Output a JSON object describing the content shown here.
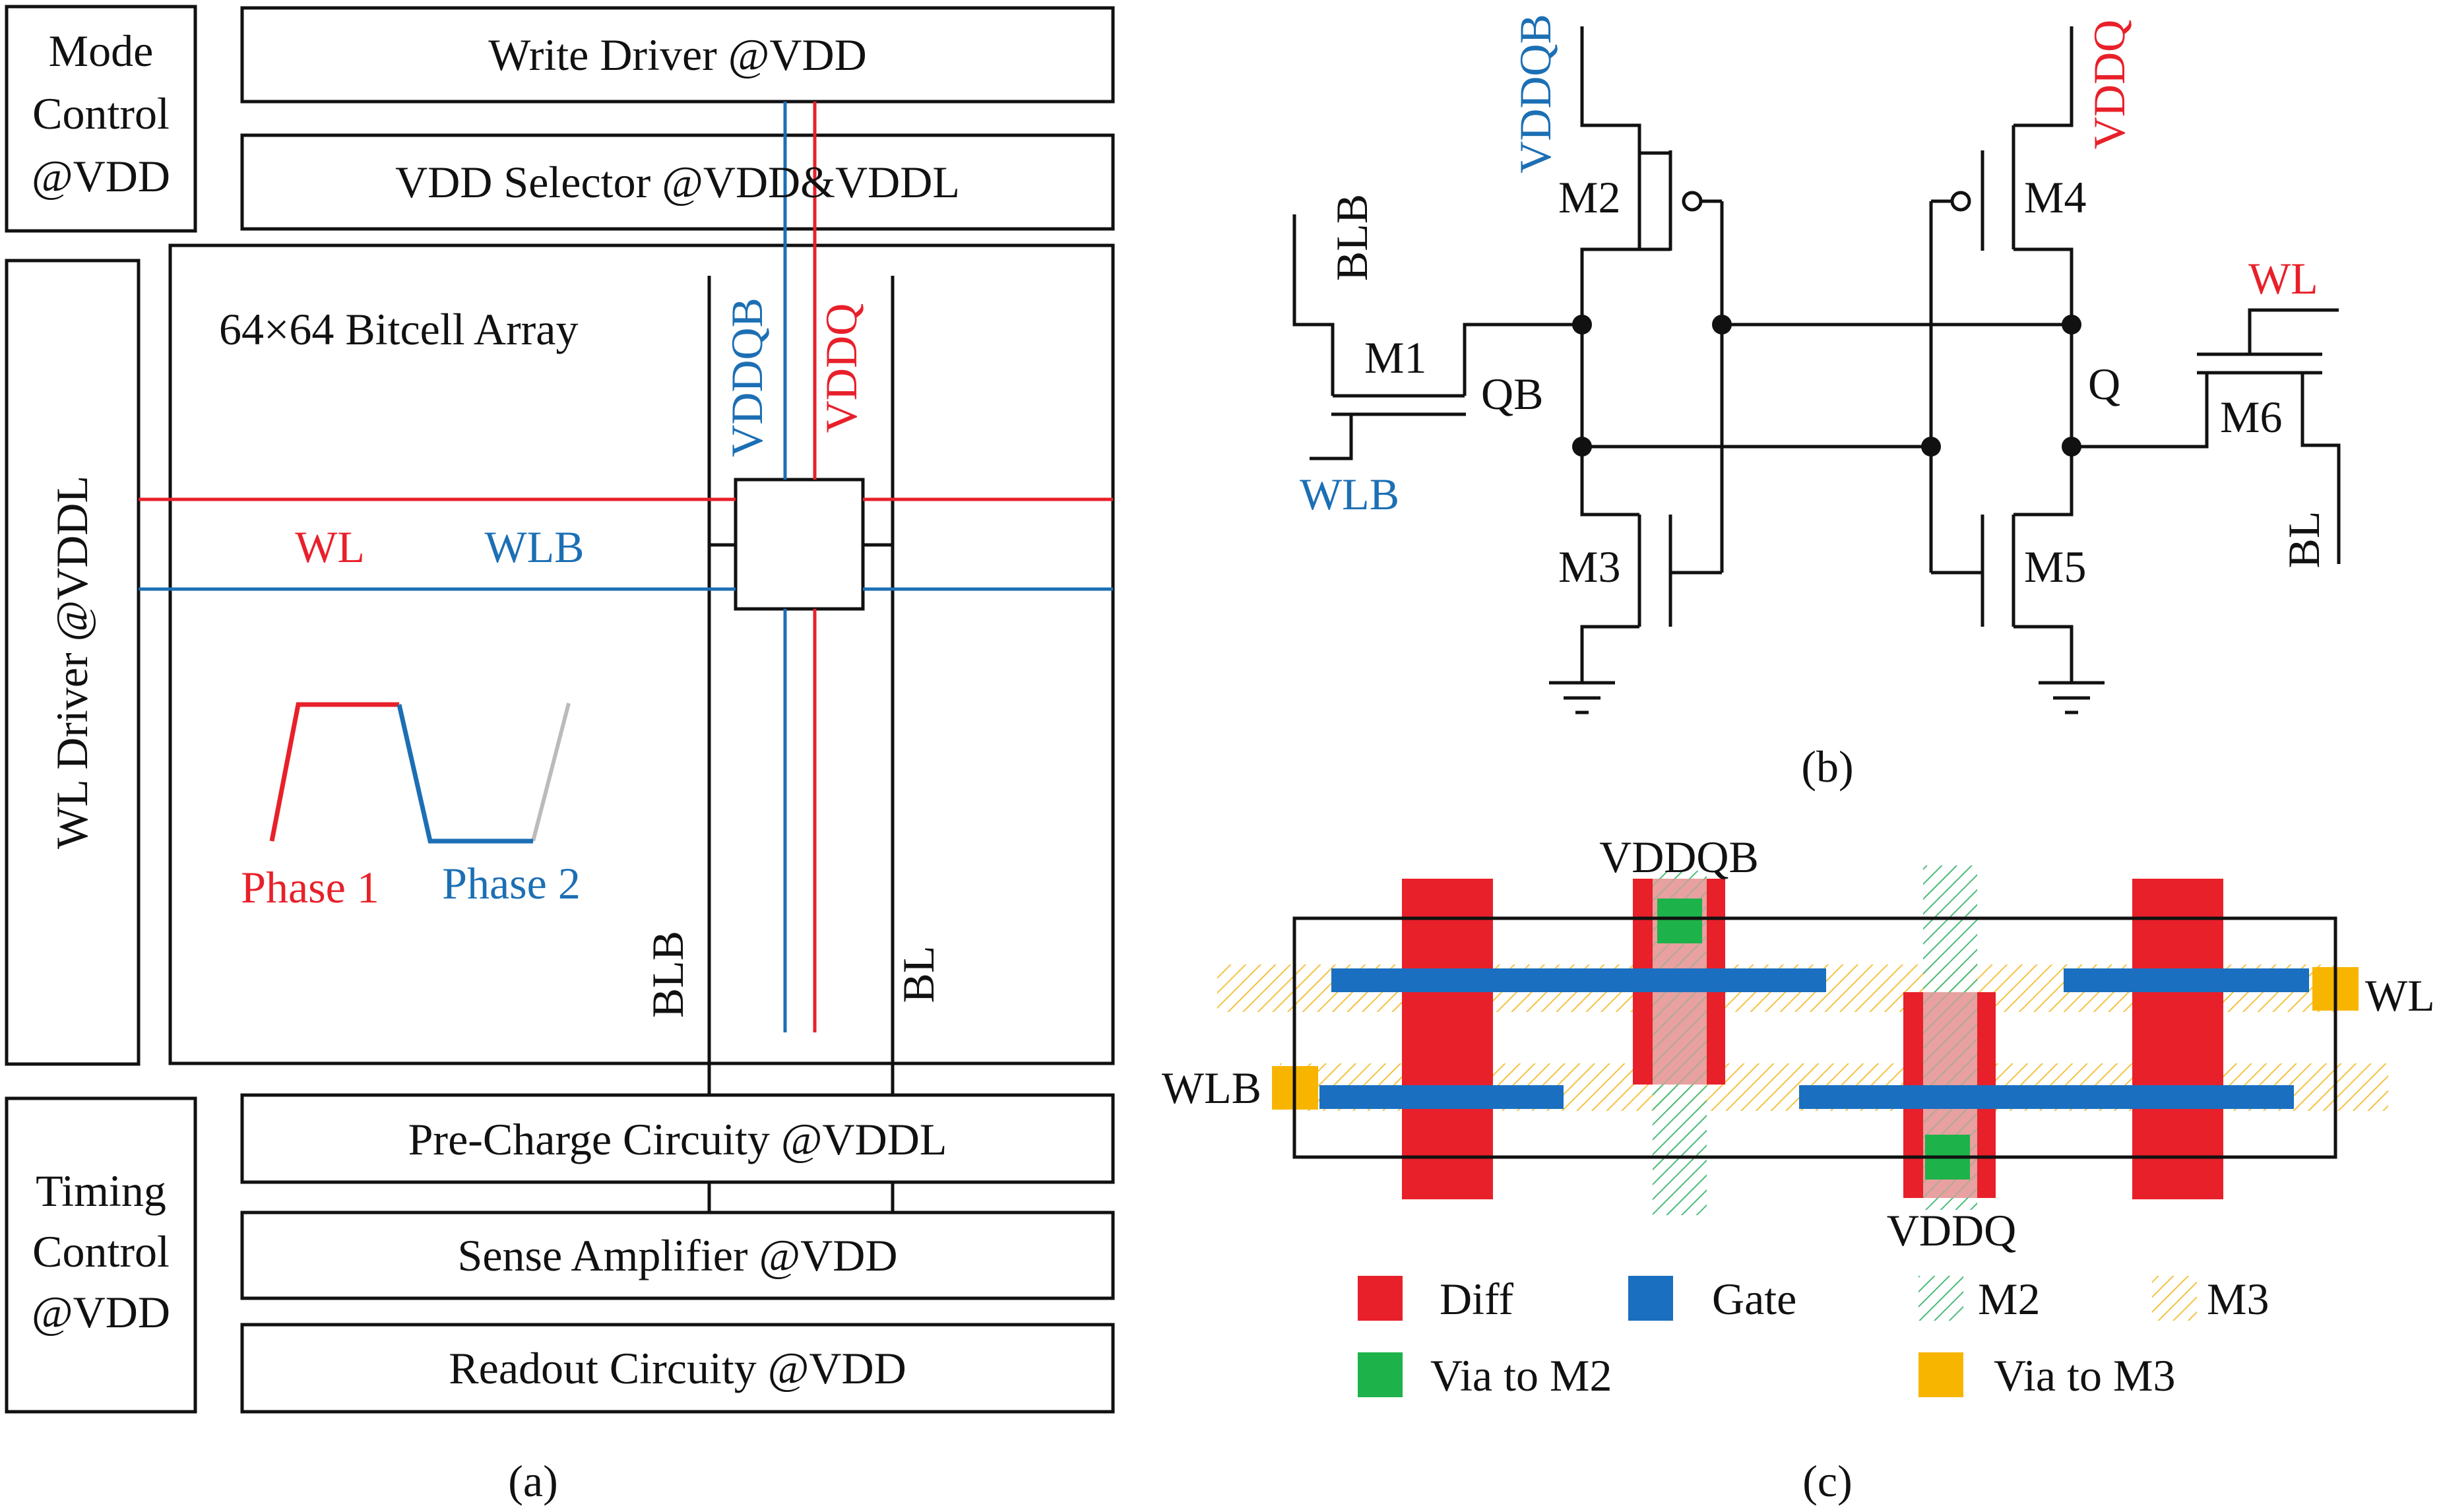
{
  "panel_a": {
    "caption": "(a)",
    "mode_control": [
      "Mode",
      "Control",
      "@VDD"
    ],
    "write_driver": "Write Driver @VDD",
    "vdd_selector": "VDD Selector @VDD&VDDL",
    "wl_driver": "WL Driver @VDDL",
    "array_title": "64×64 Bitcell Array",
    "vddqb": "VDDQB",
    "vddq": "VDDQ",
    "wl": "WL",
    "wlb": "WLB",
    "phase1": "Phase 1",
    "phase2": "Phase 2",
    "blb": "BLB",
    "bl": "BL",
    "pre_charge": "Pre-Charge Circuity @VDDL",
    "sense_amp": "Sense Amplifier @VDD",
    "readout": "Readout Circuity @VDD",
    "timing_control": [
      "Timing",
      "Control",
      "@VDD"
    ]
  },
  "panel_b": {
    "caption": "(b)",
    "vddqb": "VDDQB",
    "vddq": "VDDQ",
    "m1": "M1",
    "m2": "M2",
    "m3": "M3",
    "m4": "M4",
    "m5": "M5",
    "m6": "M6",
    "blb": "BLB",
    "bl": "BL",
    "wlb": "WLB",
    "wl": "WL",
    "qb": "QB",
    "q": "Q"
  },
  "panel_c": {
    "caption": "(c)",
    "vddqb": "VDDQB",
    "vddq": "VDDQ",
    "wl": "WL",
    "wlb": "WLB",
    "legend": {
      "diff": "Diff",
      "gate": "Gate",
      "m2": "M2",
      "m3": "M3",
      "via_m2": "Via to M2",
      "via_m3": "Via to M3"
    }
  },
  "colors": {
    "red": "#e8202a",
    "blue": "#1c6fb4",
    "gray": "#bbbbbb",
    "diff": "#e8202a",
    "gate": "#1a6fc0",
    "via_m2": "#1db34a",
    "via_m3": "#f8b500",
    "m2_hatch": "#4cbb7c",
    "m3_hatch": "#f5c242"
  }
}
